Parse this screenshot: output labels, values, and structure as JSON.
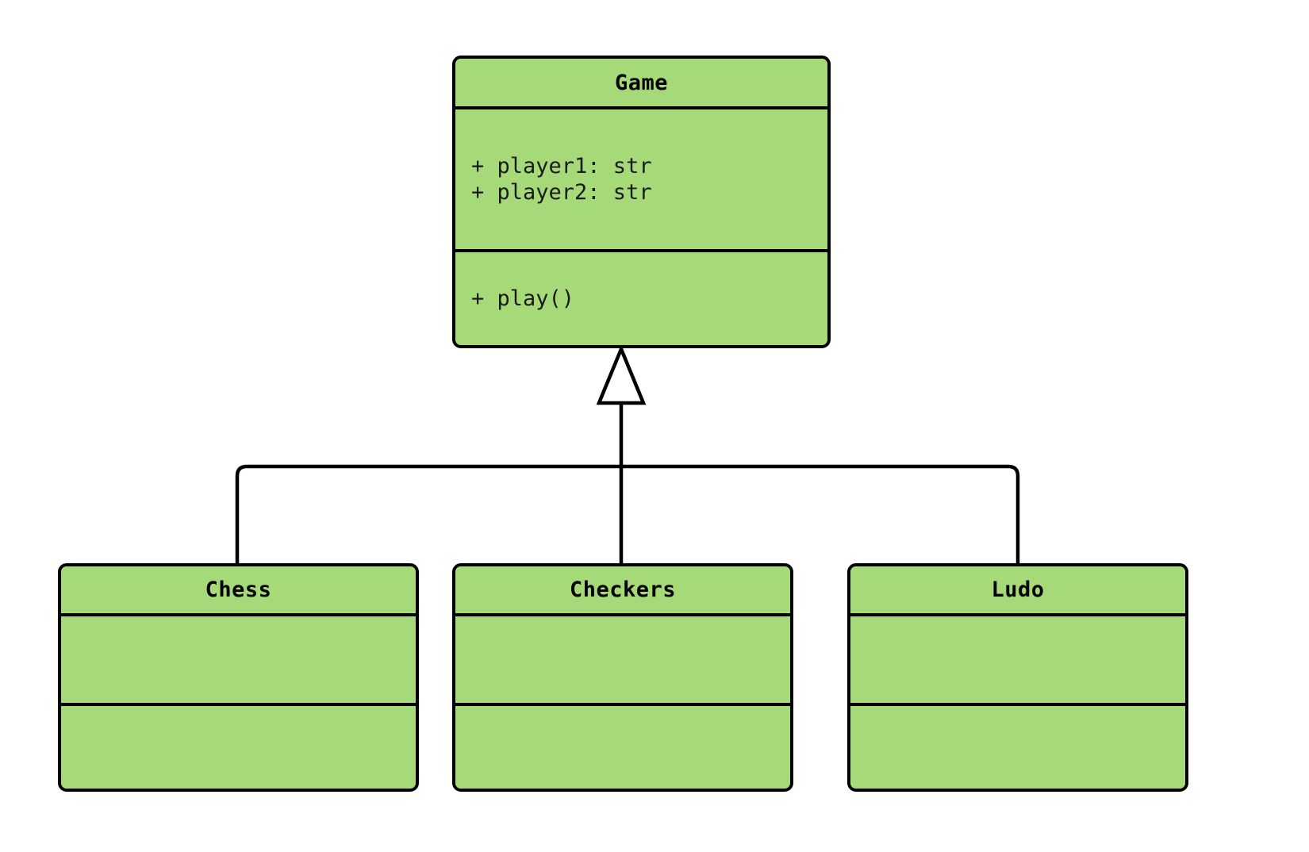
{
  "diagram": {
    "type": "uml-class-diagram",
    "relationship": "generalization",
    "background_color": "#ffffff",
    "class_fill_color": "#a6d977",
    "border_color": "#000000",
    "text_color": "#000000"
  },
  "classes": {
    "game": {
      "name": "Game",
      "attributes": [
        "+ player1: str",
        "+ player2: str"
      ],
      "methods": [
        "+ play()"
      ]
    },
    "chess": {
      "name": "Chess",
      "attributes": [],
      "methods": []
    },
    "checkers": {
      "name": "Checkers",
      "attributes": [],
      "methods": []
    },
    "ludo": {
      "name": "Ludo",
      "attributes": [],
      "methods": []
    }
  },
  "edges": [
    {
      "from": "chess",
      "to": "game",
      "kind": "inheritance"
    },
    {
      "from": "checkers",
      "to": "game",
      "kind": "inheritance"
    },
    {
      "from": "ludo",
      "to": "game",
      "kind": "inheritance"
    }
  ]
}
